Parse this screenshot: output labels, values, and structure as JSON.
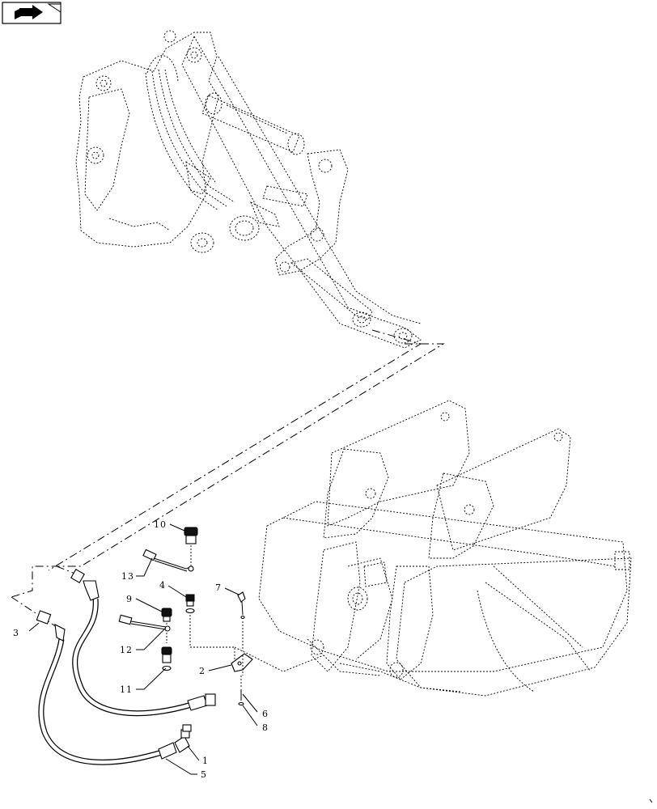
{
  "callouts": [
    "10",
    "13",
    "4",
    "7",
    "9",
    "12",
    "3",
    "11",
    "2",
    "6",
    "8",
    "1",
    "5"
  ],
  "icons": {
    "nav": "page-forward-icon"
  }
}
